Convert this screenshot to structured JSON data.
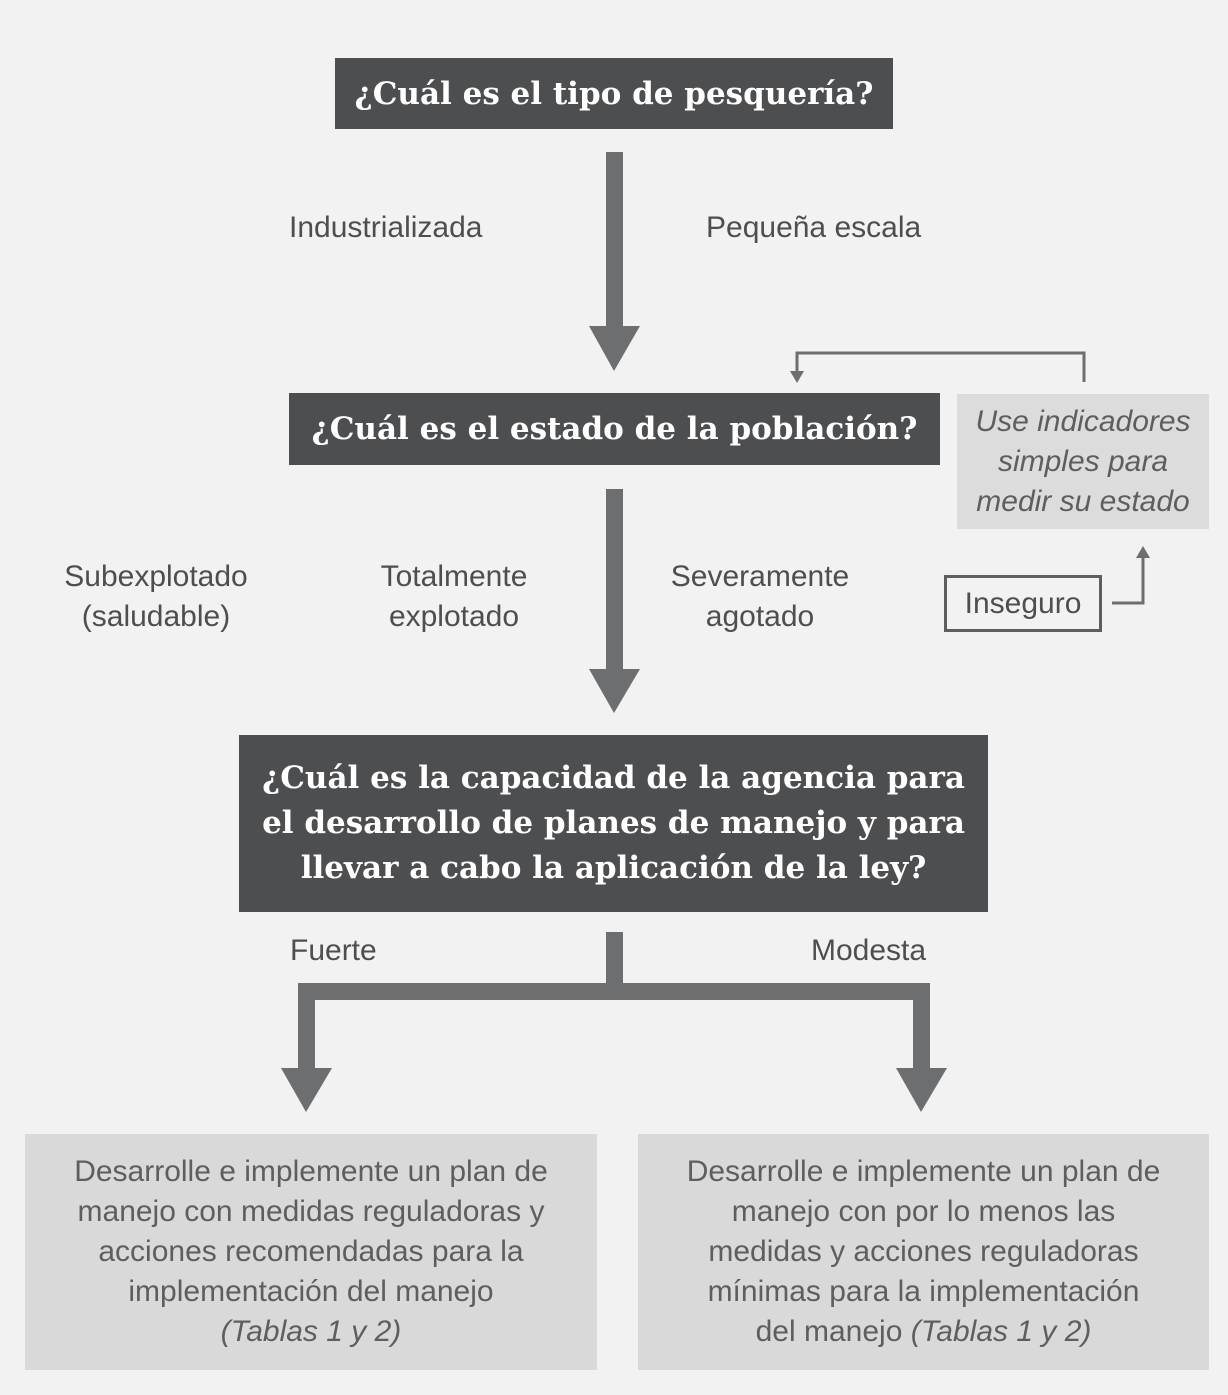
{
  "questions": {
    "tipo": "¿Cuál es el tipo de pesquería?",
    "estado": "¿Cuál es el estado de la población?",
    "capacidad": "¿Cuál es la capacidad de la agencia para el desarrollo de planes de manejo y para llevar a cabo la aplicación de la ley?"
  },
  "branches": {
    "industrializada": "Industrializada",
    "pequena_escala": "Pequeña escala",
    "subexplotado_1": "Subexplotado",
    "subexplotado_2": "(saludable)",
    "totalmente_1": "Totalmente",
    "totalmente_2": "explotado",
    "severamente_1": "Severamente",
    "severamente_2": "agotado",
    "inseguro": "Inseguro",
    "fuerte": "Fuerte",
    "modesta": "Modesta"
  },
  "side_note": {
    "line1": "Use indicadores",
    "line2": "simples para",
    "line3": "medir su estado"
  },
  "results": {
    "fuerte": {
      "line1": "Desarrolle e implemente un plan de",
      "line2": "manejo con medidas reguladoras y",
      "line3": "acciones recomendadas para la",
      "line4": "implementación del manejo",
      "ref": "(Tablas 1 y 2)"
    },
    "modesta": {
      "line1": "Desarrolle e implemente un plan de",
      "line2": "manejo con por lo menos las",
      "line3": "medidas y acciones reguladoras",
      "line4": "mínimas para la implementación",
      "line5": "del manejo",
      "ref": "(Tablas 1 y 2)"
    }
  },
  "colors": {
    "dark_box": "#4d4e50",
    "arrow": "#6d6e70",
    "light_box": "#d9d9d9",
    "background": "#f2f2f2"
  }
}
